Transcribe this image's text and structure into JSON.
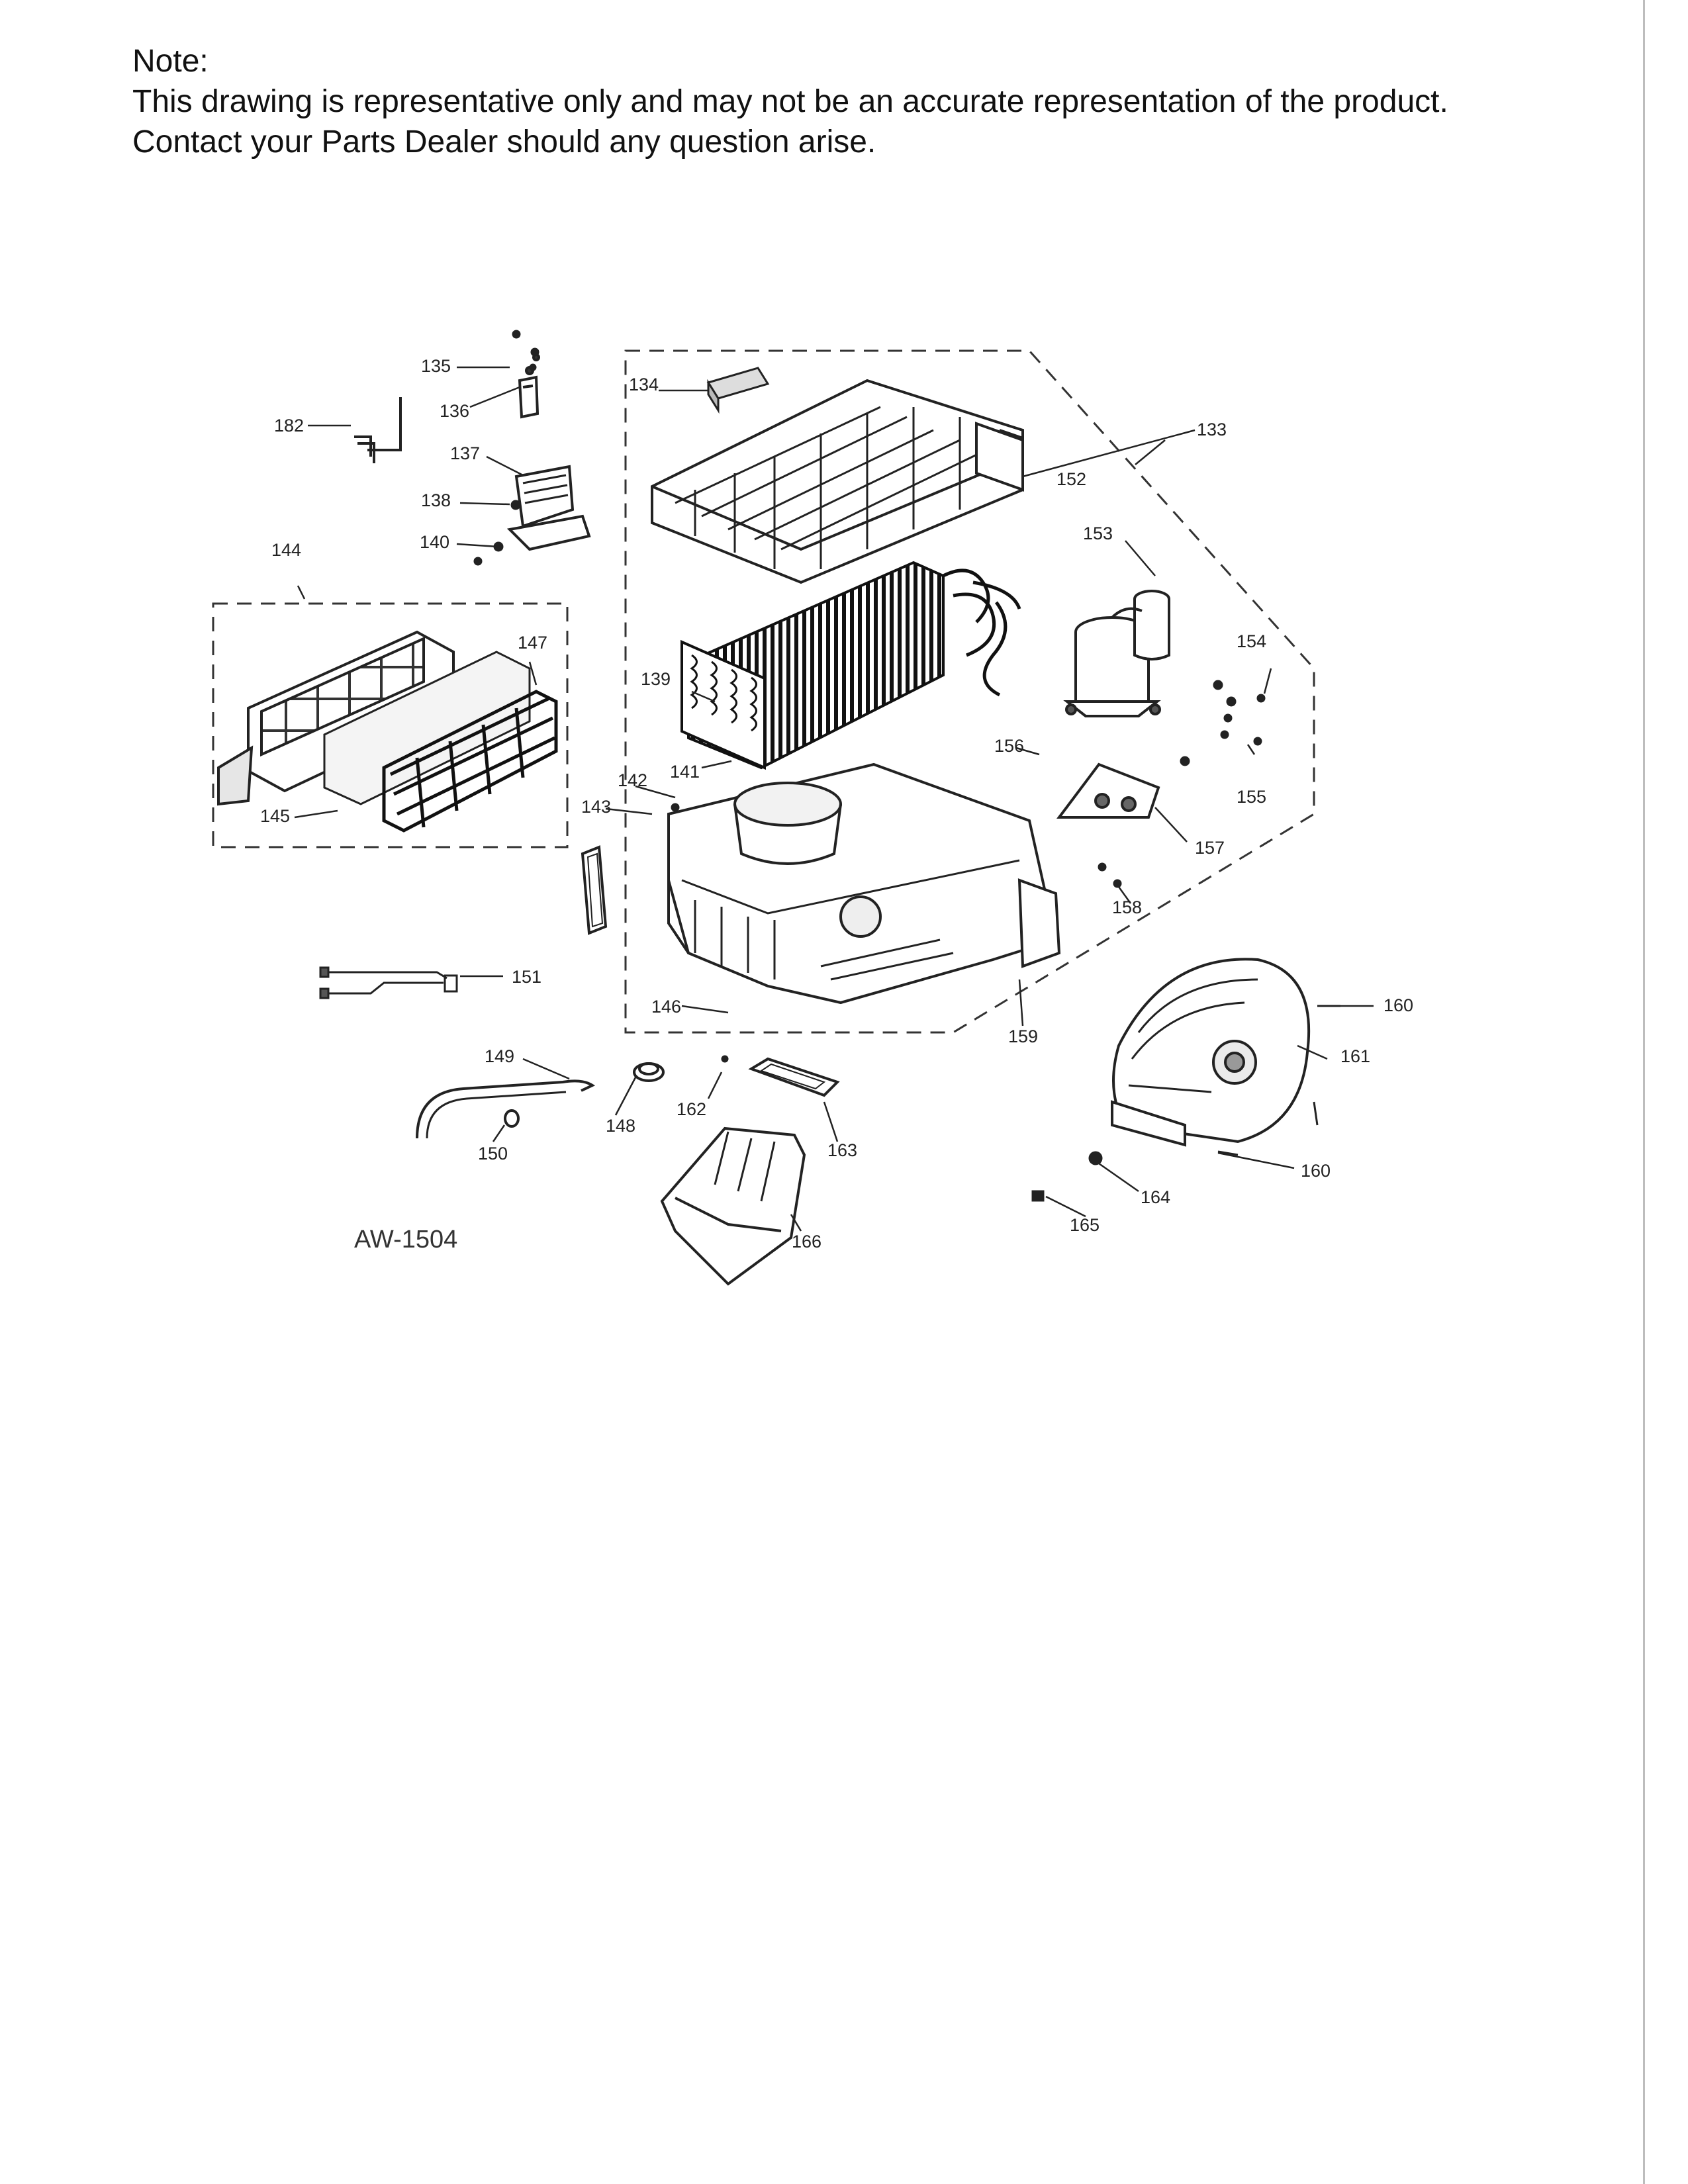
{
  "note": {
    "heading": "Note:",
    "line1": "This drawing is representative only and may not be an accurate representation of the product.",
    "line2": "Contact your Parts Dealer should any question arise."
  },
  "diagram_code": "AW-1504",
  "callouts": {
    "p133": "133",
    "p134": "134",
    "p135": "135",
    "p136": "136",
    "p137": "137",
    "p138": "138",
    "p139": "139",
    "p140": "140",
    "p141": "141",
    "p142": "142",
    "p143": "143",
    "p144": "144",
    "p145": "145",
    "p146": "146",
    "p147": "147",
    "p148": "148",
    "p149": "149",
    "p150": "150",
    "p151": "151",
    "p152": "152",
    "p153": "153",
    "p154": "154",
    "p155": "155",
    "p156": "156",
    "p157": "157",
    "p158": "158",
    "p159": "159",
    "p160": "160",
    "p161": "161",
    "p162": "162",
    "p163": "163",
    "p164": "164",
    "p165": "165",
    "p166": "166",
    "p182": "182"
  }
}
